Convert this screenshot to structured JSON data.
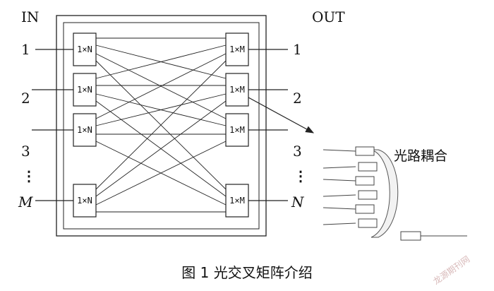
{
  "labels": {
    "in": "IN",
    "out": "OUT",
    "inputs": [
      "1",
      "2",
      "3",
      "⋮",
      "M"
    ],
    "outputs": [
      "1",
      "2",
      "3",
      "⋮",
      "N"
    ],
    "switch_in": "1×N",
    "switch_out": "1×M",
    "coupler": "光路耦合",
    "caption": "图 1  光交叉矩阵介绍",
    "watermark": "龙源期刊网"
  },
  "colors": {
    "line": "#222222",
    "watermark": "#d8b9b9"
  }
}
